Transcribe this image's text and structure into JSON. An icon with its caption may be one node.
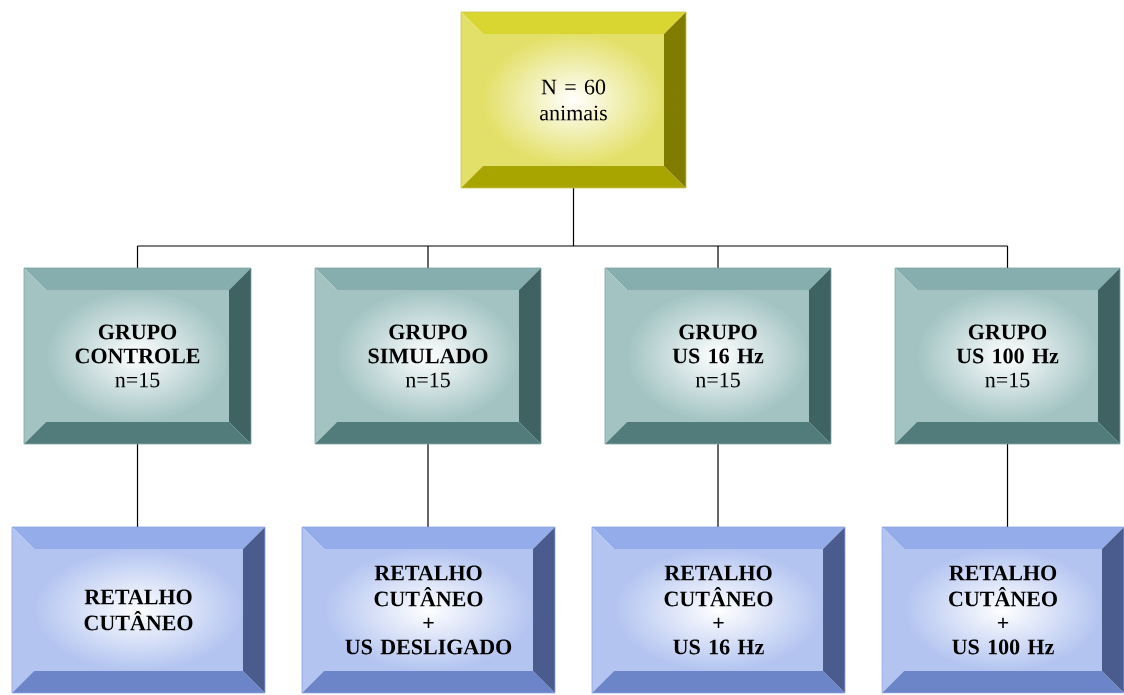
{
  "diagram": {
    "nodes": [
      {
        "text": [
          "N = 60 animais"
        ]
      },
      {
        "text": [
          "GRUPO",
          "CONTROLE",
          "n=15"
        ]
      },
      {
        "text": [
          "GRUPO",
          "SIMULADO",
          "n=15"
        ]
      },
      {
        "text": [
          "GRUPO",
          "US 16 Hz",
          "n=15"
        ]
      },
      {
        "text": [
          "GRUPO",
          "US 100 Hz",
          "n=15"
        ]
      },
      {
        "text": [
          "RETALHO CUTÂNEO"
        ]
      },
      {
        "text": [
          "RETALHO CUTÂNEO",
          "+",
          "US DESLIGADO"
        ]
      },
      {
        "text": [
          "RETALHO CUTÂNEO",
          "+",
          "US 16 Hz"
        ]
      },
      {
        "text": [
          "RETALHO CUTÂNEO",
          "+",
          "US 100 Hz"
        ]
      }
    ],
    "edges": [
      {
        "from": 0,
        "to": 1,
        "arrow": "none"
      },
      {
        "from": 0,
        "to": 2,
        "arrow": "none"
      },
      {
        "from": 0,
        "to": 3,
        "arrow": "none"
      },
      {
        "from": 0,
        "to": 4,
        "arrow": "none"
      },
      {
        "from": 1,
        "to": 5,
        "arrow": "none"
      },
      {
        "from": 2,
        "to": 6,
        "arrow": "none"
      },
      {
        "from": 3,
        "to": 7,
        "arrow": "none"
      },
      {
        "from": 4,
        "to": 8,
        "arrow": "none"
      }
    ]
  }
}
